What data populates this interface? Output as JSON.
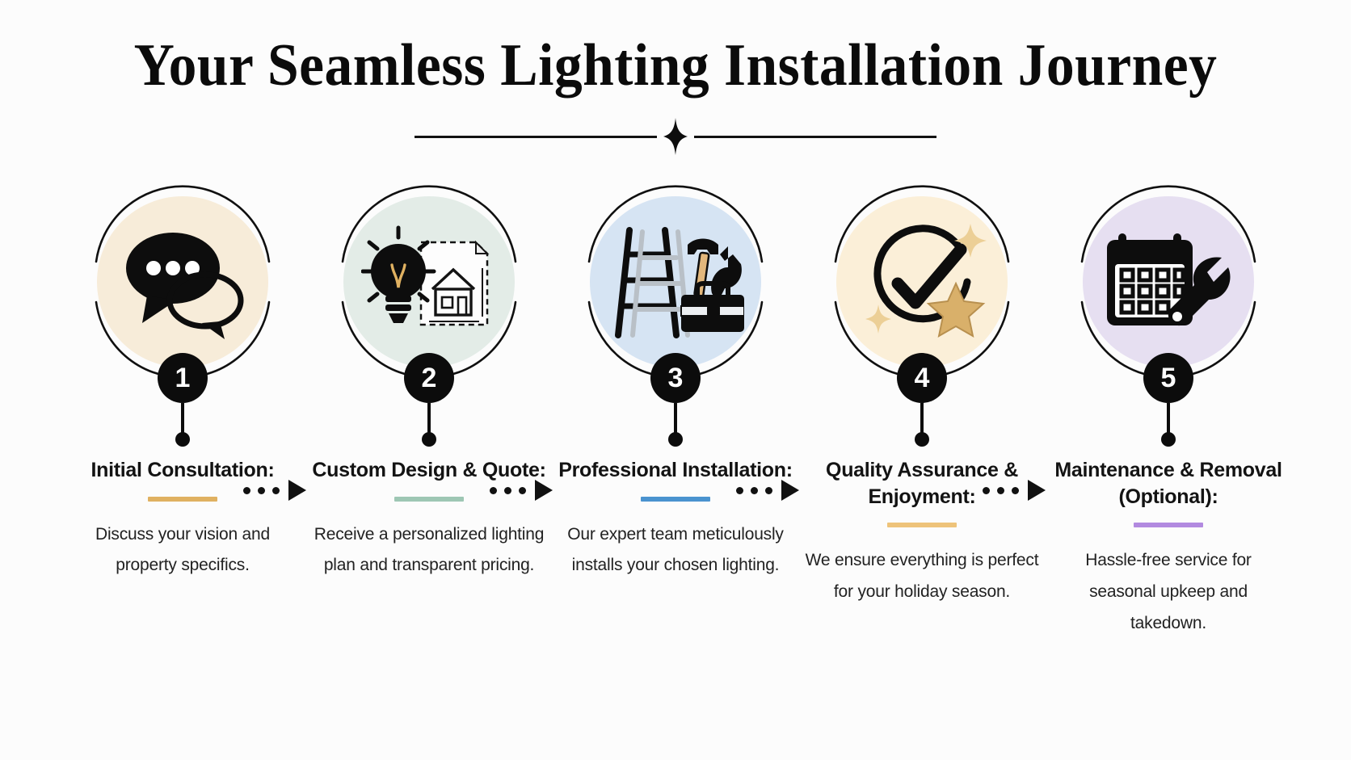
{
  "header": {
    "title": "Your Seamless Lighting Installation Journey",
    "divider_icon": "four-point-sparkle"
  },
  "steps": [
    {
      "number": "1",
      "title": "Initial Consultation:",
      "description": "Discuss your vision and property specifics.",
      "accent_color": "#e0b161",
      "disc_color": "#f7ecd9",
      "icon": "chat-bubbles-icon"
    },
    {
      "number": "2",
      "title": "Custom Design & Quote:",
      "description": "Receive a personalized lighting plan and transparent pricing.",
      "accent_color": "#9ec7b4",
      "disc_color": "#e3ece7",
      "icon": "lightbulb-blueprint-icon"
    },
    {
      "number": "3",
      "title": "Professional Installation:",
      "description": "Our expert team meticulously installs your chosen lighting.",
      "accent_color": "#4a93cf",
      "disc_color": "#d6e4f3",
      "icon": "ladder-toolbox-icon"
    },
    {
      "number": "4",
      "title": "Quality Assurance & Enjoyment:",
      "description": "We ensure everything is perfect for your holiday season.",
      "accent_color": "#eec37a",
      "disc_color": "#fbefd8",
      "icon": "check-circle-star-icon"
    },
    {
      "number": "5",
      "title": "Maintenance & Removal (Optional):",
      "description": "Hassle-free service for seasonal upkeep and takedown.",
      "accent_color": "#b28ae0",
      "disc_color": "#e6dff1",
      "icon": "calendar-wrench-icon"
    }
  ],
  "connectors": {
    "style": "dotted-arrow",
    "dot_count": 4,
    "color": "#111111"
  },
  "theme": {
    "background": "#fcfcfc",
    "ink": "#0b0b0b",
    "badge_background": "#0c0c0c",
    "badge_text": "#ffffff"
  }
}
